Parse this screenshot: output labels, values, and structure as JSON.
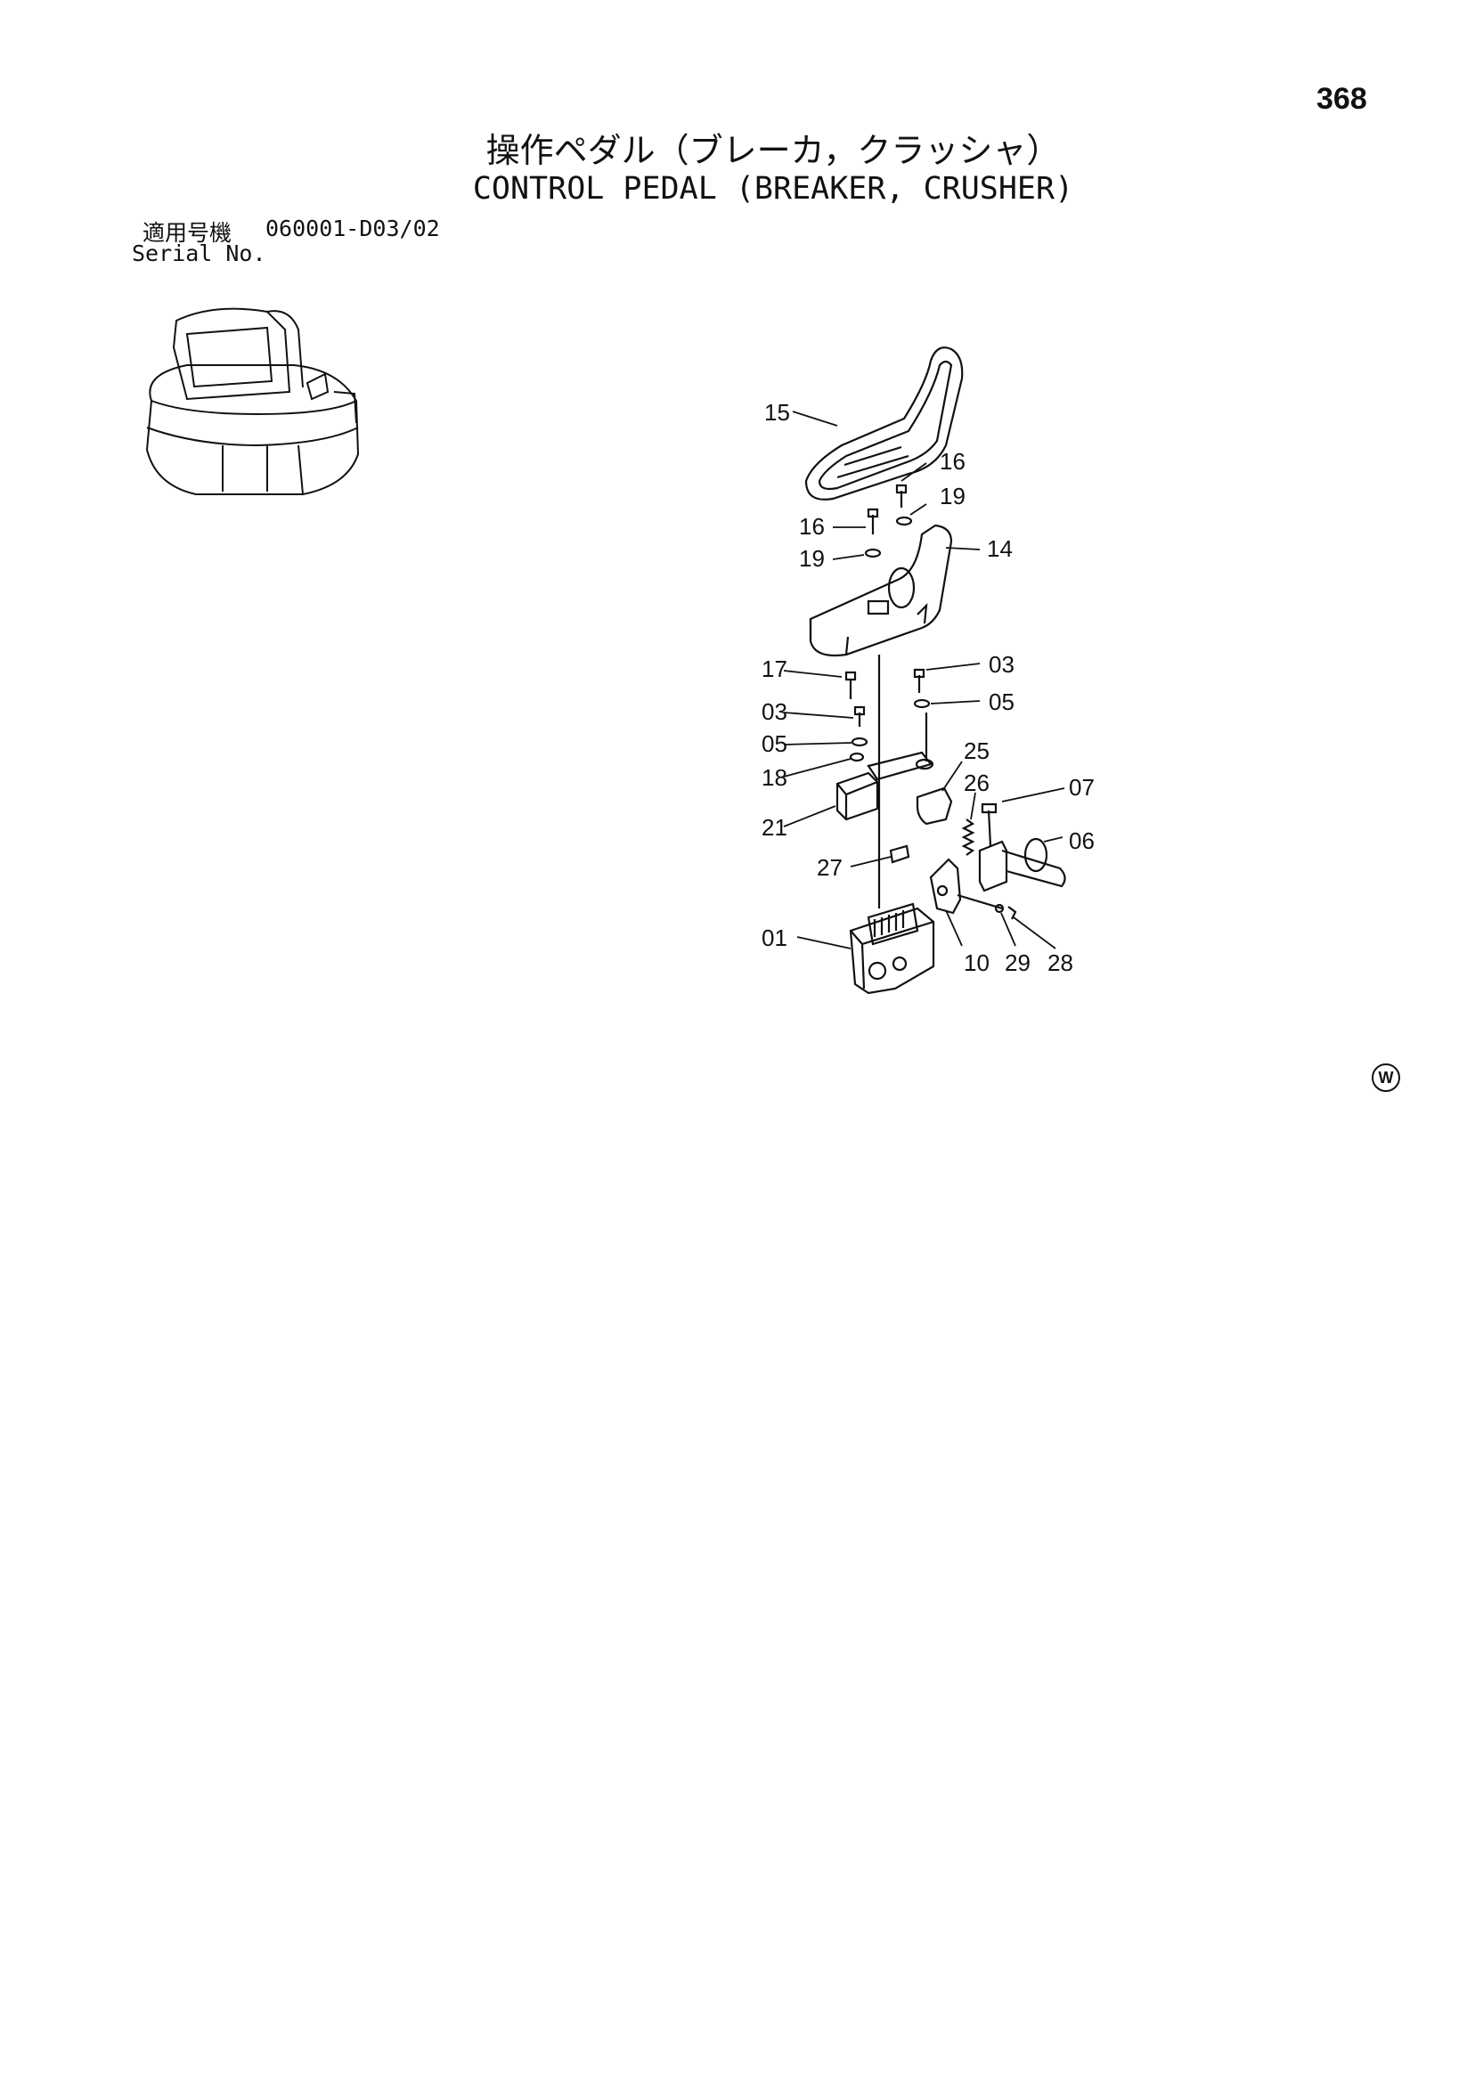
{
  "page": {
    "number": "368"
  },
  "title": {
    "japanese": "操作ペダル（ブレーカ，クラッシャ）",
    "english": "CONTROL PEDAL (BREAKER, CRUSHER)"
  },
  "serial": {
    "label_jp": "適用号機",
    "label_en": "Serial No.",
    "value": "060001-D03/02"
  },
  "callouts": [
    "15",
    "16",
    "19",
    "16",
    "19",
    "14",
    "17",
    "03",
    "03",
    "05",
    "05",
    "18",
    "25",
    "26",
    "07",
    "21",
    "06",
    "27",
    "01",
    "10",
    "29",
    "28"
  ],
  "watermark": "W"
}
